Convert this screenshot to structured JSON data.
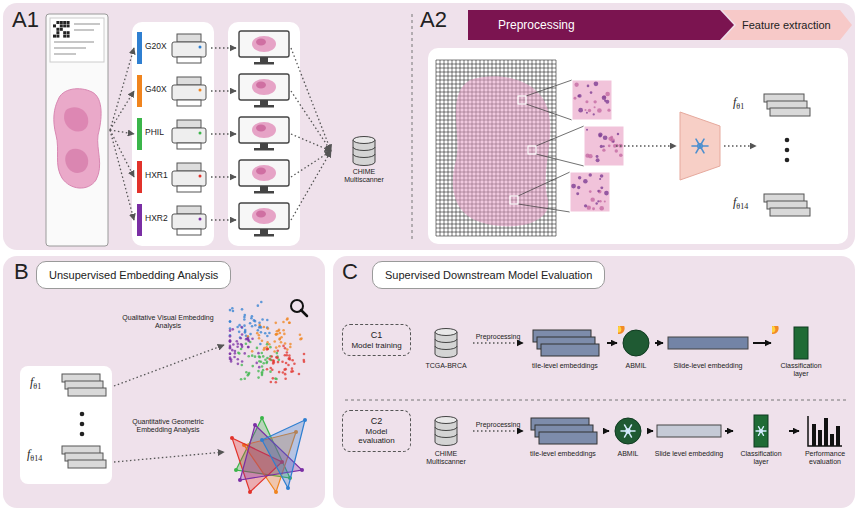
{
  "diagram": {
    "nodes": [
      {
        "text": [
          "G20X"
        ]
      },
      {
        "text": [
          "G40X"
        ]
      },
      {
        "text": [
          "PHIL"
        ]
      },
      {
        "text": [
          "HXR1"
        ]
      },
      {
        "text": [
          "HXR2"
        ]
      },
      {
        "text": [
          "CHIME Multiscanner"
        ]
      },
      {
        "text": [
          "Preprocessing"
        ]
      },
      {
        "text": [
          "Feature extraction"
        ]
      },
      {
        "text": [
          "Unsupervised Embedding Analysis"
        ]
      },
      {
        "text": [
          "Supervised Downstream Model Evaluation"
        ]
      },
      {
        "text": [
          "C1",
          "Model training"
        ]
      },
      {
        "text": [
          "TCGA-BRCA"
        ]
      },
      {
        "text": [
          "tile-level embeddings"
        ]
      },
      {
        "text": [
          "ABMIL"
        ]
      },
      {
        "text": [
          "Slide-level embedding"
        ]
      },
      {
        "text": [
          "Classification layer"
        ]
      },
      {
        "text": [
          "C2",
          "Model evaluation"
        ]
      },
      {
        "text": [
          "CHIME Multiscanner"
        ]
      },
      {
        "text": [
          "tile-level embeddings"
        ]
      },
      {
        "text": [
          "ABMIL"
        ]
      },
      {
        "text": [
          "Slide level embedding"
        ]
      },
      {
        "text": [
          "Classification layer"
        ]
      },
      {
        "text": [
          "Performance evaluation"
        ]
      }
    ],
    "edges": [
      {
        "from": 11,
        "to": 12,
        "label": "Preprocessing",
        "arrow": "to"
      },
      {
        "from": 12,
        "to": 13,
        "arrow": "to"
      },
      {
        "from": 13,
        "to": 14,
        "arrow": "to"
      },
      {
        "from": 14,
        "to": 15,
        "arrow": "to"
      },
      {
        "from": 17,
        "to": 18,
        "label": "Preprocessing",
        "arrow": "to"
      },
      {
        "from": 18,
        "to": 19,
        "arrow": "to"
      },
      {
        "from": 19,
        "to": 20,
        "arrow": "to"
      },
      {
        "from": 20,
        "to": 21,
        "arrow": "to"
      },
      {
        "from": 21,
        "to": 22,
        "arrow": "to"
      }
    ],
    "labels": [
      "A1",
      "A2",
      "fθ1",
      "fθ14",
      "B",
      "fθ1",
      "fθ14",
      "Qualitative Visual Embedding Analysis",
      "Quantitative Geometric Embedding Analysis",
      "C"
    ]
  }
}
